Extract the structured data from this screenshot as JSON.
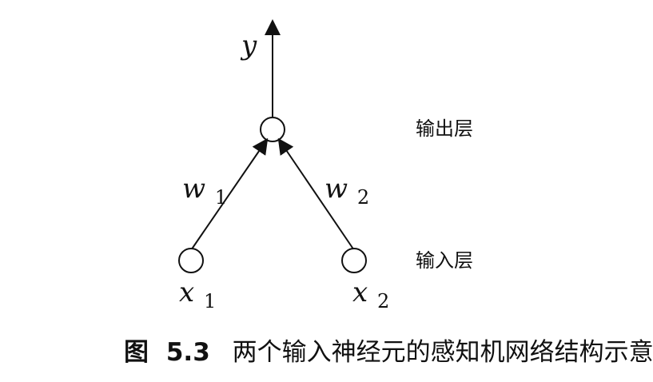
{
  "diagram": {
    "output_symbol": "y",
    "weight_1": {
      "base": "w",
      "sub": "1"
    },
    "weight_2": {
      "base": "w",
      "sub": "2"
    },
    "input_1": {
      "base": "x",
      "sub": "1"
    },
    "input_2": {
      "base": "x",
      "sub": "2"
    },
    "output_layer_label": "输出层",
    "input_layer_label": "输入层"
  },
  "caption": {
    "label": "图",
    "number": "5.3",
    "text": "两个输入神经元的感知机网络结构示意图"
  }
}
